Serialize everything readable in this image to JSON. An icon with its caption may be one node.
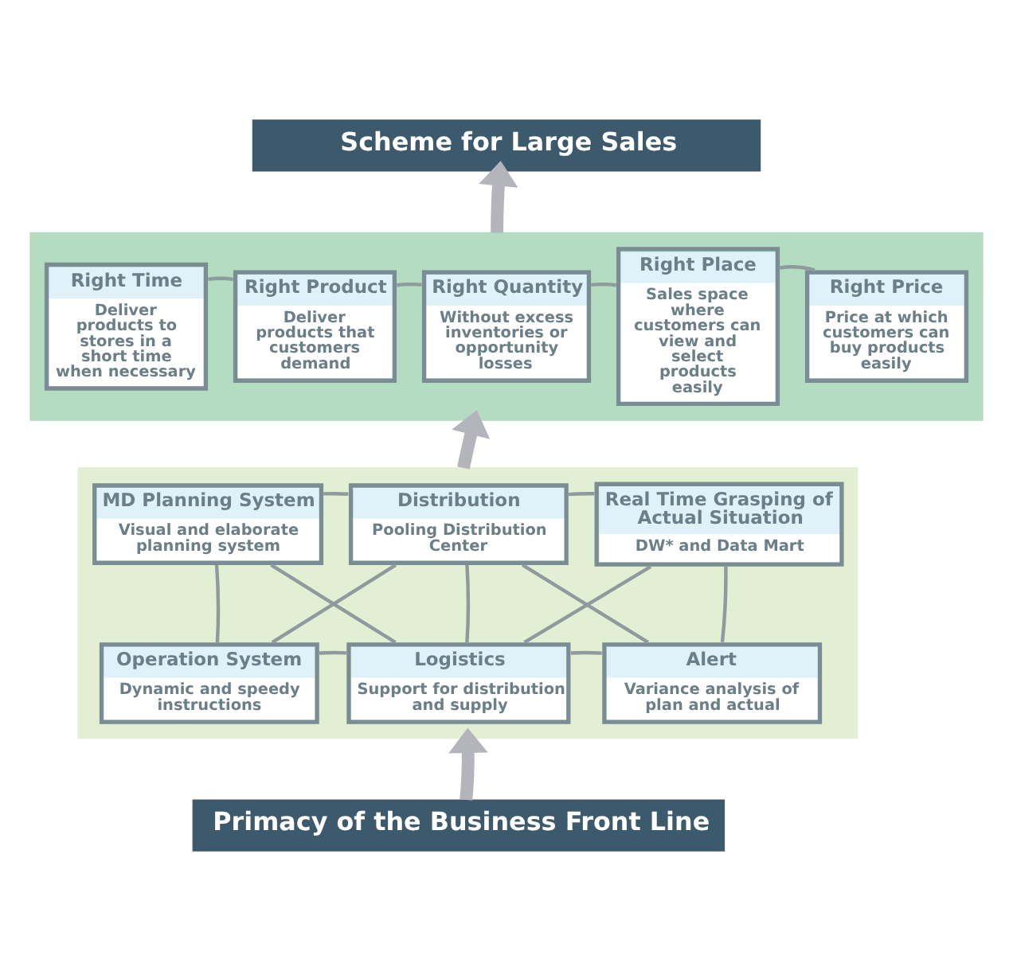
{
  "diagram": {
    "nodes": [
      {
        "text": [
          "Scheme for Large Sales"
        ]
      },
      {
        "text": [],
        "shape": "box"
      },
      {
        "text": [
          "Right Time",
          "Deliver products to stores in a short time when necessary"
        ],
        "in": 1
      },
      {
        "text": [
          "Right Product",
          "Deliver products that customers demand"
        ],
        "in": 1
      },
      {
        "text": [
          "Right Quantity",
          "Without excess inventories or opportunity losses"
        ],
        "in": 1
      },
      {
        "text": [
          "Right Place",
          "Sales space where customers can view and select products easily"
        ],
        "in": 1
      },
      {
        "text": [
          "Right Price",
          "Price at which customers can buy products easily"
        ],
        "in": 1
      },
      {
        "text": [],
        "shape": "box"
      },
      {
        "text": [
          "MD Planning System",
          "Visual and elaborate planning system"
        ],
        "in": 7
      },
      {
        "text": [
          "Distribution",
          "Pooling Distribution Center"
        ],
        "in": 7
      },
      {
        "text": [
          "Real Time Grasping of Actual Situation",
          "DW* and Data Mart"
        ],
        "in": 7
      },
      {
        "text": [
          "Operation System",
          "Dynamic and speedy instructions"
        ],
        "in": 7
      },
      {
        "text": [
          "Logistics",
          "Support for distribution and supply"
        ],
        "in": 7
      },
      {
        "text": [
          "Alert",
          "Variance analysis of plan and actual"
        ],
        "in": 7
      },
      {
        "text": [
          "Primacy of the Business Front Line"
        ]
      }
    ],
    "edges": [
      {
        "from": 14,
        "to": 7,
        "arrow": "to",
        "style": "thick",
        "color": "#b4b4bc"
      },
      {
        "from": 7,
        "to": 1,
        "arrow": "to",
        "style": "thick",
        "color": "#b4b4bc"
      },
      {
        "from": 1,
        "to": 0,
        "arrow": "to",
        "style": "thick",
        "color": "#b4b4bc"
      },
      {
        "from": 2,
        "to": 3,
        "arrow": "none"
      },
      {
        "from": 3,
        "to": 4,
        "arrow": "none"
      },
      {
        "from": 4,
        "to": 5,
        "arrow": "none"
      },
      {
        "from": 5,
        "to": 6,
        "arrow": "none"
      },
      {
        "from": 8,
        "to": 9,
        "arrow": "none"
      },
      {
        "from": 9,
        "to": 10,
        "arrow": "none"
      },
      {
        "from": 8,
        "to": 11,
        "arrow": "none"
      },
      {
        "from": 9,
        "to": 12,
        "arrow": "none"
      },
      {
        "from": 10,
        "to": 13,
        "arrow": "none"
      },
      {
        "from": 8,
        "to": 12,
        "arrow": "none"
      },
      {
        "from": 9,
        "to": 11,
        "arrow": "none"
      },
      {
        "from": 9,
        "to": 13,
        "arrow": "none"
      },
      {
        "from": 10,
        "to": 12,
        "arrow": "none"
      },
      {
        "from": 11,
        "to": 12,
        "arrow": "none"
      },
      {
        "from": 12,
        "to": 13,
        "arrow": "none"
      }
    ]
  }
}
